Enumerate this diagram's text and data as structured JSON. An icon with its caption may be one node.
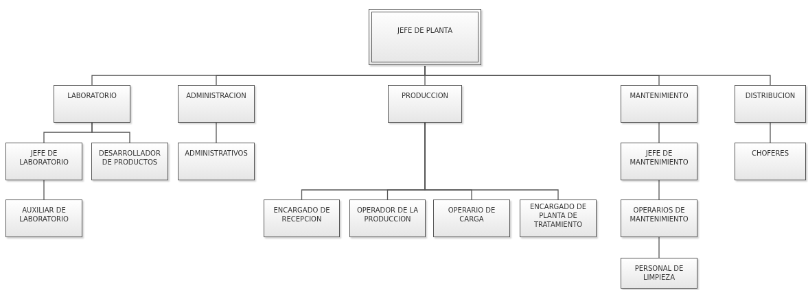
{
  "diagram": {
    "nodes": [
      {
        "text": [
          "JEFE DE PLANTA"
        ]
      },
      {
        "text": [
          "LABORATORIO"
        ]
      },
      {
        "text": [
          "ADMINISTRACION"
        ]
      },
      {
        "text": [
          "PRODUCCION"
        ]
      },
      {
        "text": [
          "MANTENIMIENTO"
        ]
      },
      {
        "text": [
          "DISTRIBUCION"
        ]
      },
      {
        "text": [
          "JEFE DE LABORATORIO"
        ]
      },
      {
        "text": [
          "DESARROLLADOR DE PRODUCTOS"
        ]
      },
      {
        "text": [
          "ADMINISTRATIVOS"
        ]
      },
      {
        "text": [
          "JEFE DE MANTENIMIENTO"
        ]
      },
      {
        "text": [
          "CHOFERES"
        ]
      },
      {
        "text": [
          "AUXILIAR DE LABORATORIO"
        ]
      },
      {
        "text": [
          "ENCARGADO DE RECEPCION"
        ]
      },
      {
        "text": [
          "OPERADOR DE LA PRODUCCION"
        ]
      },
      {
        "text": [
          "OPERARIO DE CARGA"
        ]
      },
      {
        "text": [
          "ENCARGADO DE PLANTA DE TRATAMIENTO"
        ]
      },
      {
        "text": [
          "OPERARIOS DE MANTENIMIENTO"
        ]
      },
      {
        "text": [
          "PERSONAL DE LIMPIEZA"
        ]
      }
    ],
    "edges": [
      {
        "from": 0,
        "to": 1,
        "arrow": "none"
      },
      {
        "from": 0,
        "to": 2,
        "arrow": "none"
      },
      {
        "from": 0,
        "to": 3,
        "arrow": "none"
      },
      {
        "from": 0,
        "to": 4,
        "arrow": "none"
      },
      {
        "from": 0,
        "to": 5,
        "arrow": "none"
      },
      {
        "from": 1,
        "to": 6,
        "arrow": "none"
      },
      {
        "from": 1,
        "to": 7,
        "arrow": "none"
      },
      {
        "from": 2,
        "to": 8,
        "arrow": "none"
      },
      {
        "from": 4,
        "to": 9,
        "arrow": "none"
      },
      {
        "from": 5,
        "to": 10,
        "arrow": "none"
      },
      {
        "from": 6,
        "to": 11,
        "arrow": "none"
      },
      {
        "from": 3,
        "to": 12,
        "arrow": "none"
      },
      {
        "from": 3,
        "to": 13,
        "arrow": "none"
      },
      {
        "from": 3,
        "to": 14,
        "arrow": "none"
      },
      {
        "from": 3,
        "to": 15,
        "arrow": "none"
      },
      {
        "from": 9,
        "to": 16,
        "arrow": "none"
      },
      {
        "from": 16,
        "to": 17,
        "arrow": "none"
      }
    ]
  }
}
